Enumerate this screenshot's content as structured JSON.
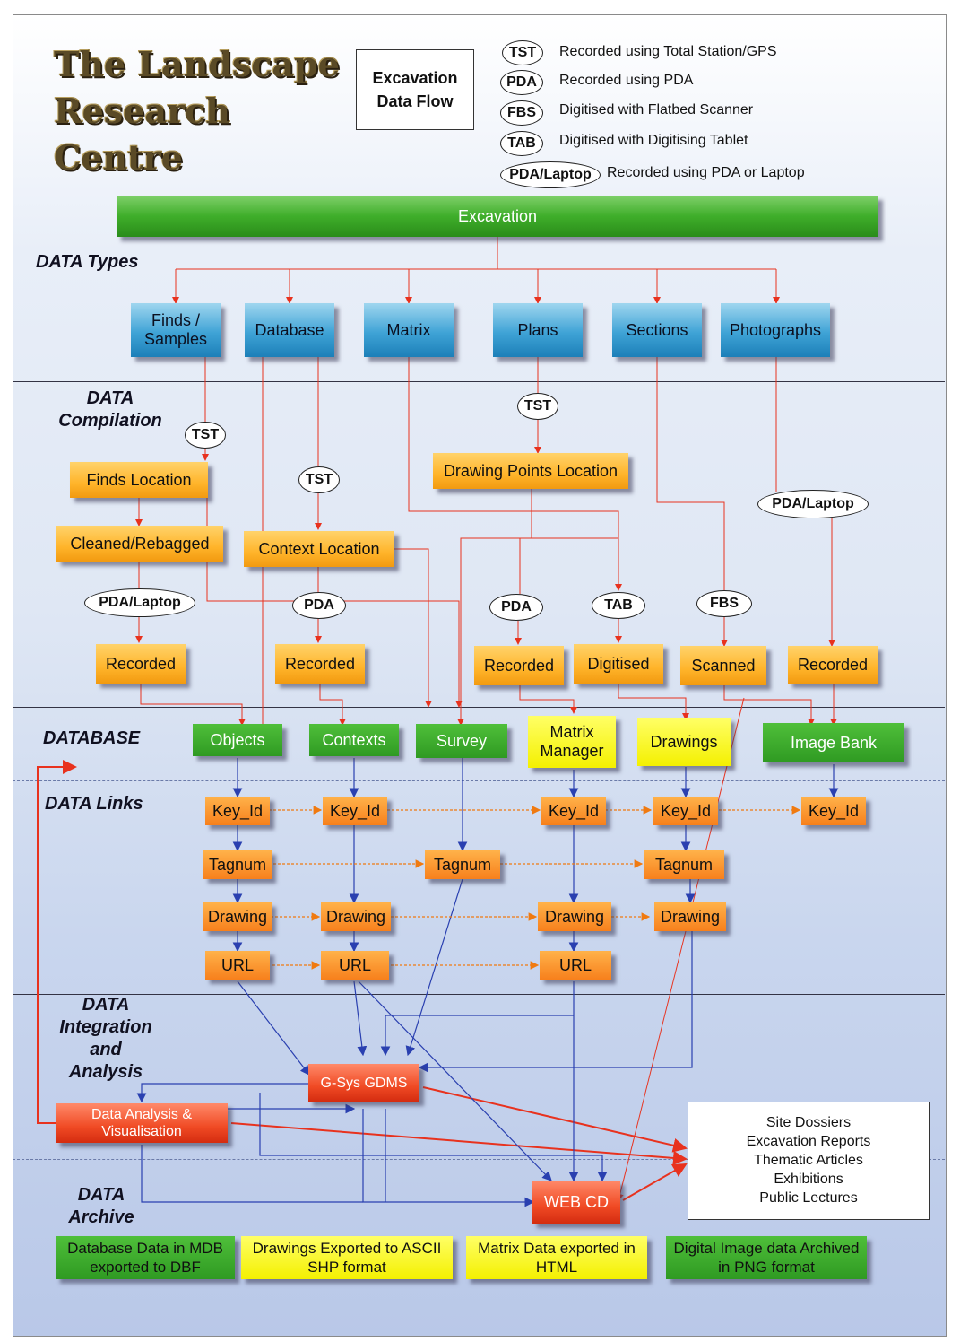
{
  "title": {
    "line1": "The Landscape",
    "line2": "Research Centre"
  },
  "flow_title": "Excavation Data Flow",
  "legend": [
    {
      "code": "TST",
      "text": "Recorded using Total Station/GPS"
    },
    {
      "code": "PDA",
      "text": "Recorded using PDA"
    },
    {
      "code": "FBS",
      "text": "Digitised with Flatbed Scanner"
    },
    {
      "code": "TAB",
      "text": "Digitised with Digitising Tablet"
    },
    {
      "code": "PDA/Laptop",
      "text": "Recorded using PDA or Laptop"
    }
  ],
  "sections": {
    "types": "DATA Types",
    "compilation": "DATA Compilation",
    "database": "DATABASE",
    "links": "DATA Links",
    "integration": "DATA Integration and Analysis",
    "archive": "DATA Archive"
  },
  "excavation": "Excavation",
  "data_types": [
    "Finds / Samples",
    "Database",
    "Matrix",
    "Plans",
    "Sections",
    "Photographs"
  ],
  "compilation": {
    "finds_location": "Finds Location",
    "cleaned": "Cleaned/Rebagged",
    "context_location": "Context Location",
    "drawing_points": "Drawing Points Location",
    "recorded": "Recorded",
    "digitised": "Digitised",
    "scanned": "Scanned"
  },
  "tags": {
    "tst": "TST",
    "pda": "PDA",
    "tab": "TAB",
    "fbs": "FBS",
    "pda_laptop": "PDA/Laptop"
  },
  "database": [
    "Objects",
    "Contexts",
    "Survey",
    "Matrix Manager",
    "Drawings",
    "Image Bank"
  ],
  "links": {
    "key_id": "Key_Id",
    "tagnum": "Tagnum",
    "drawing": "Drawing",
    "url": "URL"
  },
  "integration": {
    "gsys": "G-Sys GDMS",
    "analysis": "Data Analysis & Visualisation",
    "webcd": "WEB CD"
  },
  "outputs": [
    "Site Dossiers",
    "Excavation Reports",
    "Thematic Articles",
    "Exhibitions",
    "Public Lectures"
  ],
  "archive": [
    "Database Data in MDB exported to DBF",
    "Drawings Exported to ASCII SHP format",
    "Matrix Data exported in HTML",
    "Digital Image data Archived in PNG format"
  ],
  "colors": {
    "red_line": "#e8321e",
    "blue_line": "#2a40b0",
    "orange_line": "#f07a10"
  }
}
